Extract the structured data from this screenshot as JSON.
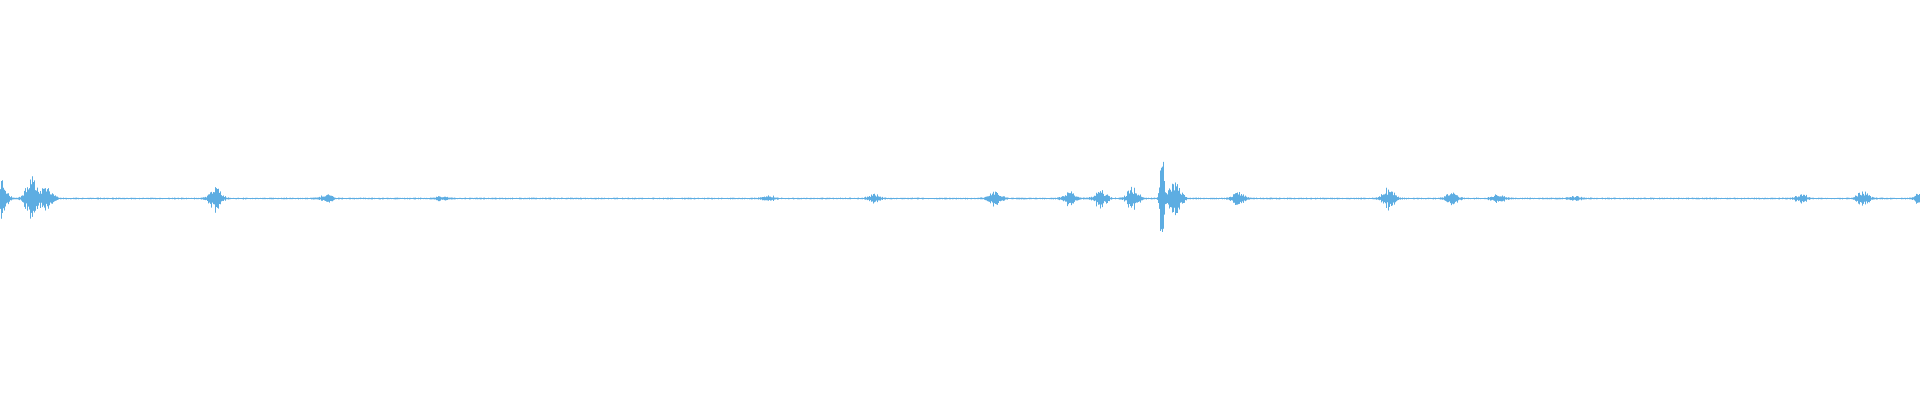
{
  "waveform": {
    "color": "#5dade2",
    "background": "#ffffff",
    "duration_fraction": 1.0,
    "peaks": [
      {
        "position": 0.0,
        "amplitude": 0.1
      },
      {
        "position": 0.016,
        "amplitude": 0.1
      },
      {
        "position": 0.024,
        "amplitude": 0.06
      },
      {
        "position": 0.112,
        "amplitude": 0.06
      },
      {
        "position": 0.17,
        "amplitude": 0.02
      },
      {
        "position": 0.23,
        "amplitude": 0.01
      },
      {
        "position": 0.4,
        "amplitude": 0.015
      },
      {
        "position": 0.455,
        "amplitude": 0.02
      },
      {
        "position": 0.518,
        "amplitude": 0.04
      },
      {
        "position": 0.557,
        "amplitude": 0.035
      },
      {
        "position": 0.573,
        "amplitude": 0.045
      },
      {
        "position": 0.59,
        "amplitude": 0.06
      },
      {
        "position": 0.605,
        "amplitude": 0.26
      },
      {
        "position": 0.612,
        "amplitude": 0.1
      },
      {
        "position": 0.645,
        "amplitude": 0.035
      },
      {
        "position": 0.723,
        "amplitude": 0.05
      },
      {
        "position": 0.756,
        "amplitude": 0.03
      },
      {
        "position": 0.78,
        "amplitude": 0.025
      },
      {
        "position": 0.82,
        "amplitude": 0.01
      },
      {
        "position": 0.938,
        "amplitude": 0.02
      },
      {
        "position": 0.97,
        "amplitude": 0.04
      },
      {
        "position": 1.0,
        "amplitude": 0.03
      }
    ]
  }
}
